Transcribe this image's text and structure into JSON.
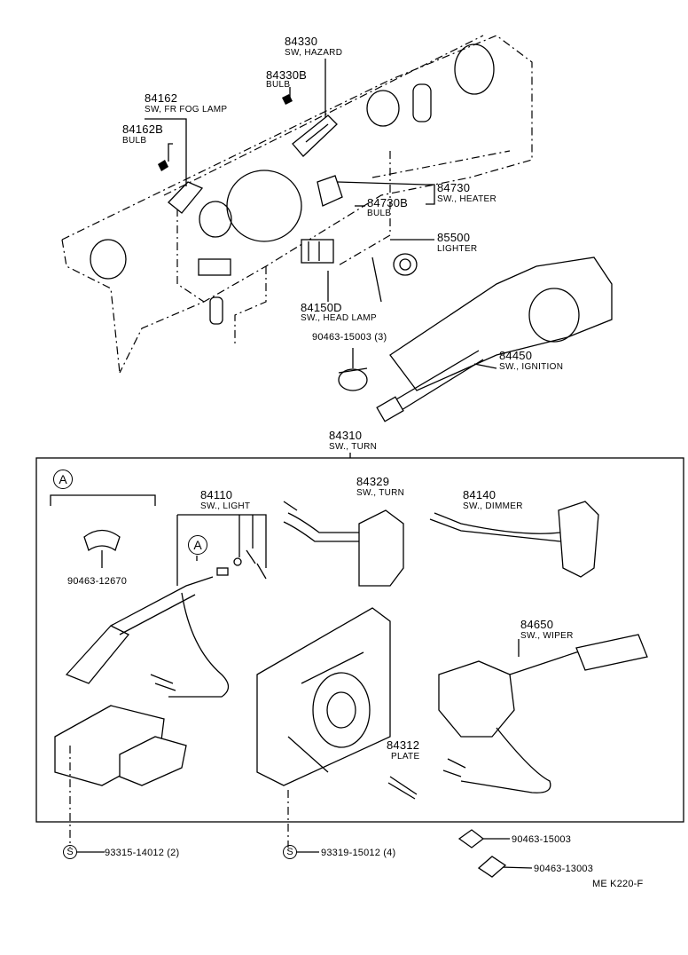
{
  "parts": {
    "p84330": {
      "number": "84330",
      "name": "SW, HAZARD"
    },
    "p84330b": {
      "number": "84330B",
      "name": "BULB"
    },
    "p84162": {
      "number": "84162",
      "name": "SW, FR FOG LAMP"
    },
    "p84162b": {
      "number": "84162B",
      "name": "BULB"
    },
    "p84730": {
      "number": "84730",
      "name": "SW., HEATER"
    },
    "p84730b": {
      "number": "84730B",
      "name": "BULB"
    },
    "p85500": {
      "number": "85500",
      "name": "LIGHTER"
    },
    "p84150d": {
      "number": "84150D",
      "name": "SW., HEAD LAMP"
    },
    "p9046315003a": {
      "number": "90463-15003 (3)"
    },
    "p84450": {
      "number": "84450",
      "name": "SW., IGNITION"
    },
    "p84310": {
      "number": "84310",
      "name": "SW., TURN"
    },
    "p84110": {
      "number": "84110",
      "name": "SW., LIGHT"
    },
    "p84329": {
      "number": "84329",
      "name": "SW., TURN"
    },
    "p84140": {
      "number": "84140",
      "name": "SW., DIMMER"
    },
    "p84650": {
      "number": "84650",
      "name": "SW., WIPER"
    },
    "p84312": {
      "number": "84312",
      "name": "PLATE"
    },
    "p9046312670": {
      "number": "90463-12670"
    },
    "p9331514012": {
      "number": "93315-14012 (2)"
    },
    "p9331915012": {
      "number": "93319-15012 (4)"
    },
    "p9046315003b": {
      "number": "90463-15003"
    },
    "p9046313003": {
      "number": "90463-13003"
    }
  },
  "markers": {
    "detail": "A",
    "supplier": "S"
  },
  "footer": {
    "code": "ME  K220-F"
  }
}
